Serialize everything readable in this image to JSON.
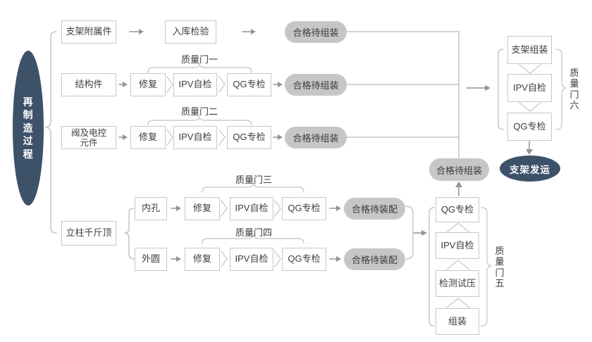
{
  "process": {
    "label": "再制造过程"
  },
  "rows": {
    "r1": {
      "source": "支架附属件",
      "inspect": "入库检验",
      "result": "合格待组装"
    },
    "r2": {
      "source": "结构件",
      "repair": "修复",
      "self_check": "IPV自检",
      "special_check": "QG专检",
      "gate": "质量门一",
      "result": "合格待组装"
    },
    "r3": {
      "source": "阀及电控元件",
      "repair": "修复",
      "self_check": "IPV自检",
      "special_check": "QG专检",
      "gate": "质量门二",
      "result": "合格待组装"
    },
    "r4": {
      "source": "立柱千斤顶",
      "a": {
        "part": "内孔",
        "repair": "修复",
        "self_check": "IPV自检",
        "special_check": "QG专检",
        "gate": "质量门三",
        "result": "合格待装配"
      },
      "b": {
        "part": "外圆",
        "repair": "修复",
        "self_check": "IPV自检",
        "special_check": "QG专检",
        "gate": "质量门四",
        "result": "合格待装配"
      }
    }
  },
  "assembly_column": {
    "gate": "质量门五",
    "steps_top_to_bottom": [
      "QG专检",
      "IPV自检",
      "检测试压",
      "组装"
    ],
    "result": "合格待组装"
  },
  "final_column": {
    "gate": "质量门六",
    "steps_top_to_bottom": [
      "支架组装",
      "IPV自检",
      "QG专检"
    ],
    "final": "支架发运"
  },
  "colors": {
    "navy": "#3d5169",
    "pill_gray": "#c6c6c7",
    "box_border": "#c6c7c9",
    "arrow_gray": "#8f949b",
    "line_gray": "#c2c4c8"
  }
}
